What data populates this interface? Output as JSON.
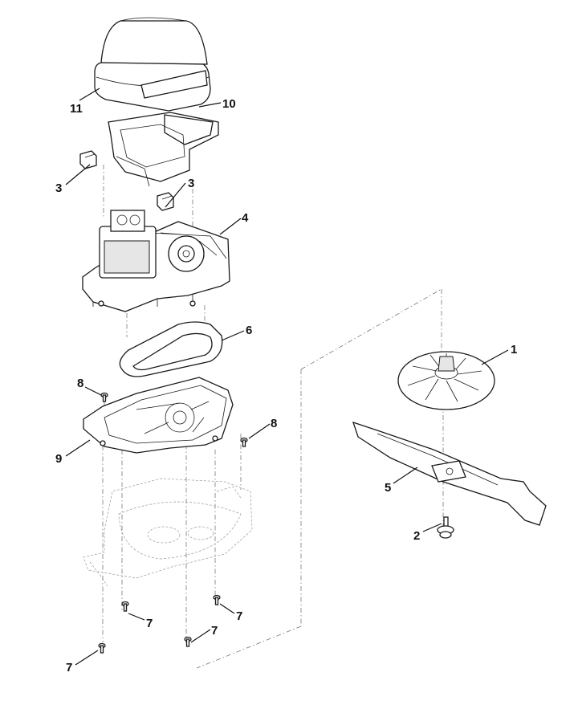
{
  "diagram": {
    "callouts": [
      {
        "id": "c11",
        "label": "11"
      },
      {
        "id": "c10",
        "label": "10"
      },
      {
        "id": "c3a",
        "label": "3"
      },
      {
        "id": "c3b",
        "label": "3"
      },
      {
        "id": "c4",
        "label": "4"
      },
      {
        "id": "c6",
        "label": "6"
      },
      {
        "id": "c8a",
        "label": "8"
      },
      {
        "id": "c8b",
        "label": "8"
      },
      {
        "id": "c9",
        "label": "9"
      },
      {
        "id": "c1",
        "label": "1"
      },
      {
        "id": "c5",
        "label": "5"
      },
      {
        "id": "c2",
        "label": "2"
      },
      {
        "id": "c7a",
        "label": "7"
      },
      {
        "id": "c7b",
        "label": "7"
      },
      {
        "id": "c7c",
        "label": "7"
      },
      {
        "id": "c7d",
        "label": "7"
      }
    ]
  }
}
